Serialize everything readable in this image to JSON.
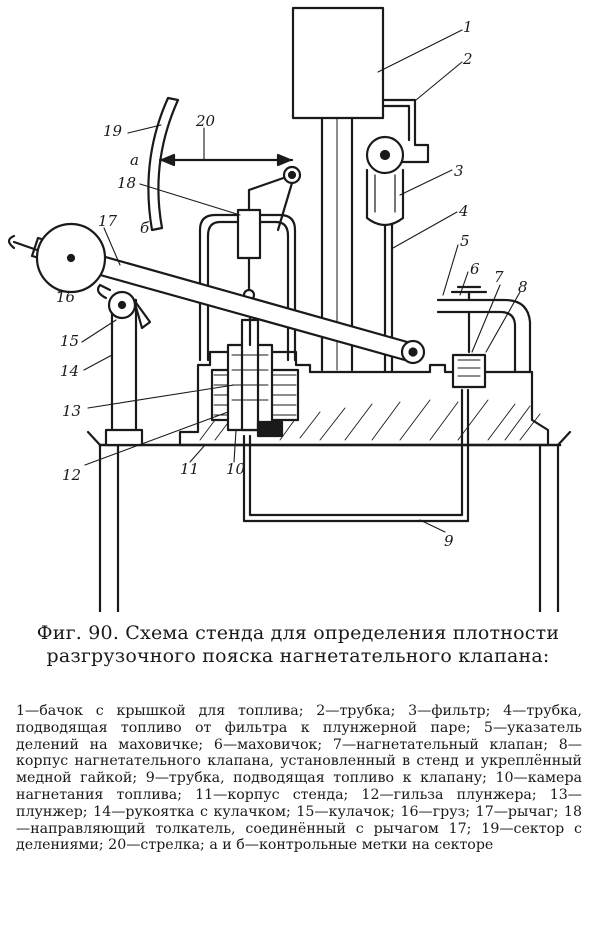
{
  "figure": {
    "labels": {
      "n1": "1",
      "n2": "2",
      "n3": "3",
      "n4": "4",
      "n5": "5",
      "n6": "6",
      "n7": "7",
      "n8": "8",
      "n9": "9",
      "n10": "10",
      "n11": "11",
      "n12": "12",
      "n13": "13",
      "n14": "14",
      "n15": "15",
      "n16": "16",
      "n17": "17",
      "n18": "18",
      "n19": "19",
      "n20": "20",
      "a": "а",
      "b": "б"
    }
  },
  "caption": {
    "text": "Фиг. 90. Схема стенда для определения плотности разгрузочного пояска нагнетательного клапана:"
  },
  "legend": {
    "text": "1—бачок с крышкой для топлива; 2—трубка; 3—фильтр; 4—трубка, подводящая топливо от фильтра к плунжерной паре; 5—указатель делений на маховичке; 6—маховичок; 7—нагнетательный клапан; 8—корпус нагнетательного клапана, установленный в стенд и укреплённый медной гайкой; 9—трубка, подводящая топливо к клапану; 10—камера нагнетания топлива; 11—корпус стенда; 12—гильза плунжера; 13—плунжер; 14—рукоятка с кулачком; 15—кулачок; 16—груз; 17—рычаг; 18—направляющий толкатель, соединённый с рычагом 17; 19—сектор с делениями; 20—стрелка; а и б—контрольные метки на секторе"
  }
}
